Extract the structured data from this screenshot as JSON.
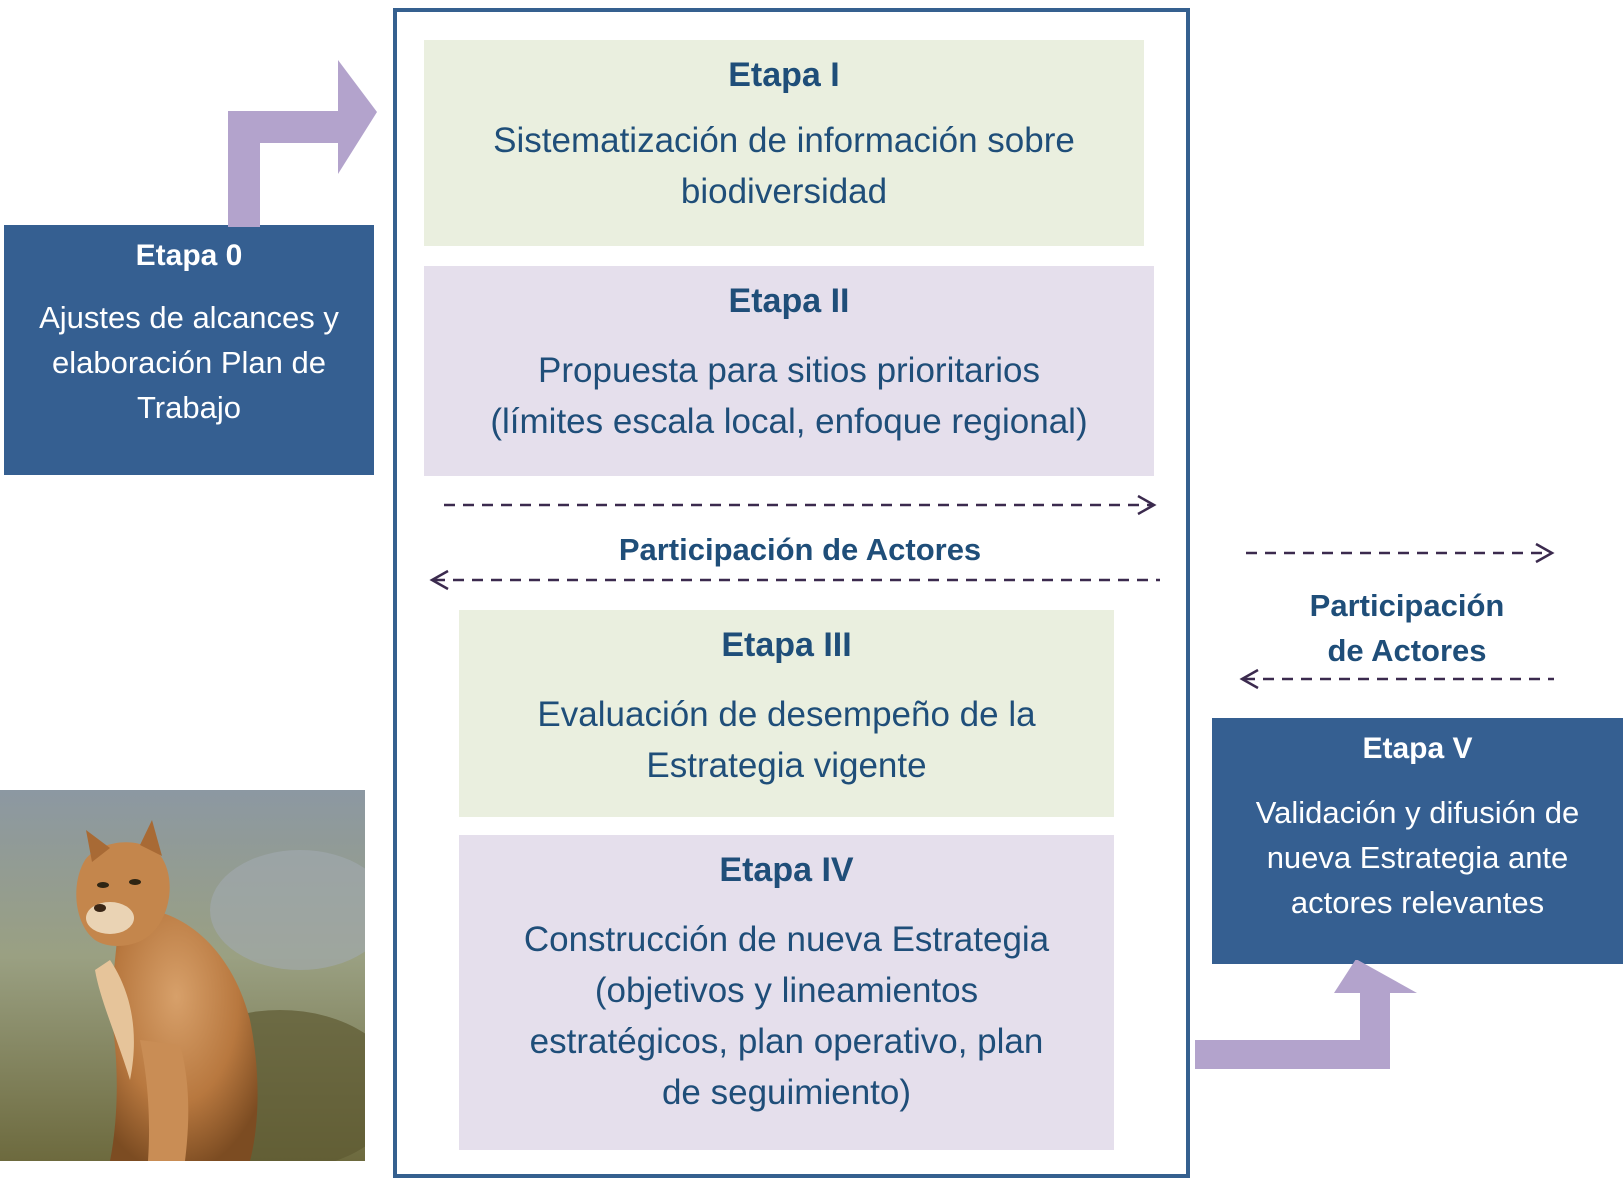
{
  "stages": [
    {
      "id": "0",
      "title": "Etapa 0",
      "lines": [
        "Ajustes de alcances y",
        "elaboración Plan de",
        "Trabajo"
      ]
    },
    {
      "id": "I",
      "title": "Etapa I",
      "lines": [
        "Sistematización de información sobre",
        "biodiversidad"
      ]
    },
    {
      "id": "II",
      "title": "Etapa II",
      "lines": [
        "Propuesta para sitios prioritarios",
        "(límites escala local, enfoque regional)"
      ]
    },
    {
      "id": "III",
      "title": "Etapa III",
      "lines": [
        "Evaluación de desempeño de la",
        "Estrategia vigente"
      ]
    },
    {
      "id": "IV",
      "title": "Etapa IV",
      "lines": [
        "Construcción  de nueva Estrategia",
        "(objetivos y lineamientos",
        "estratégicos, plan operativo, plan",
        "de seguimiento)"
      ]
    },
    {
      "id": "V",
      "title": "Etapa V",
      "lines": [
        "Validación  y difusión de",
        "nueva Estrategia ante",
        "actores relevantes"
      ]
    }
  ],
  "participation": {
    "center": "Participación de Actores",
    "right_lines": [
      "Participación",
      "de Actores"
    ]
  },
  "colors": {
    "navy_box": "#355f91",
    "frame_border": "#35608f",
    "green_box": "#eaefdf",
    "violet_box": "#e5dfec",
    "text_dark_blue": "#1f4e79",
    "arrow_lilac": "#b3a3cc",
    "dashed_arrow": "#3b2a4e"
  },
  "image": {
    "subject": "puma"
  }
}
